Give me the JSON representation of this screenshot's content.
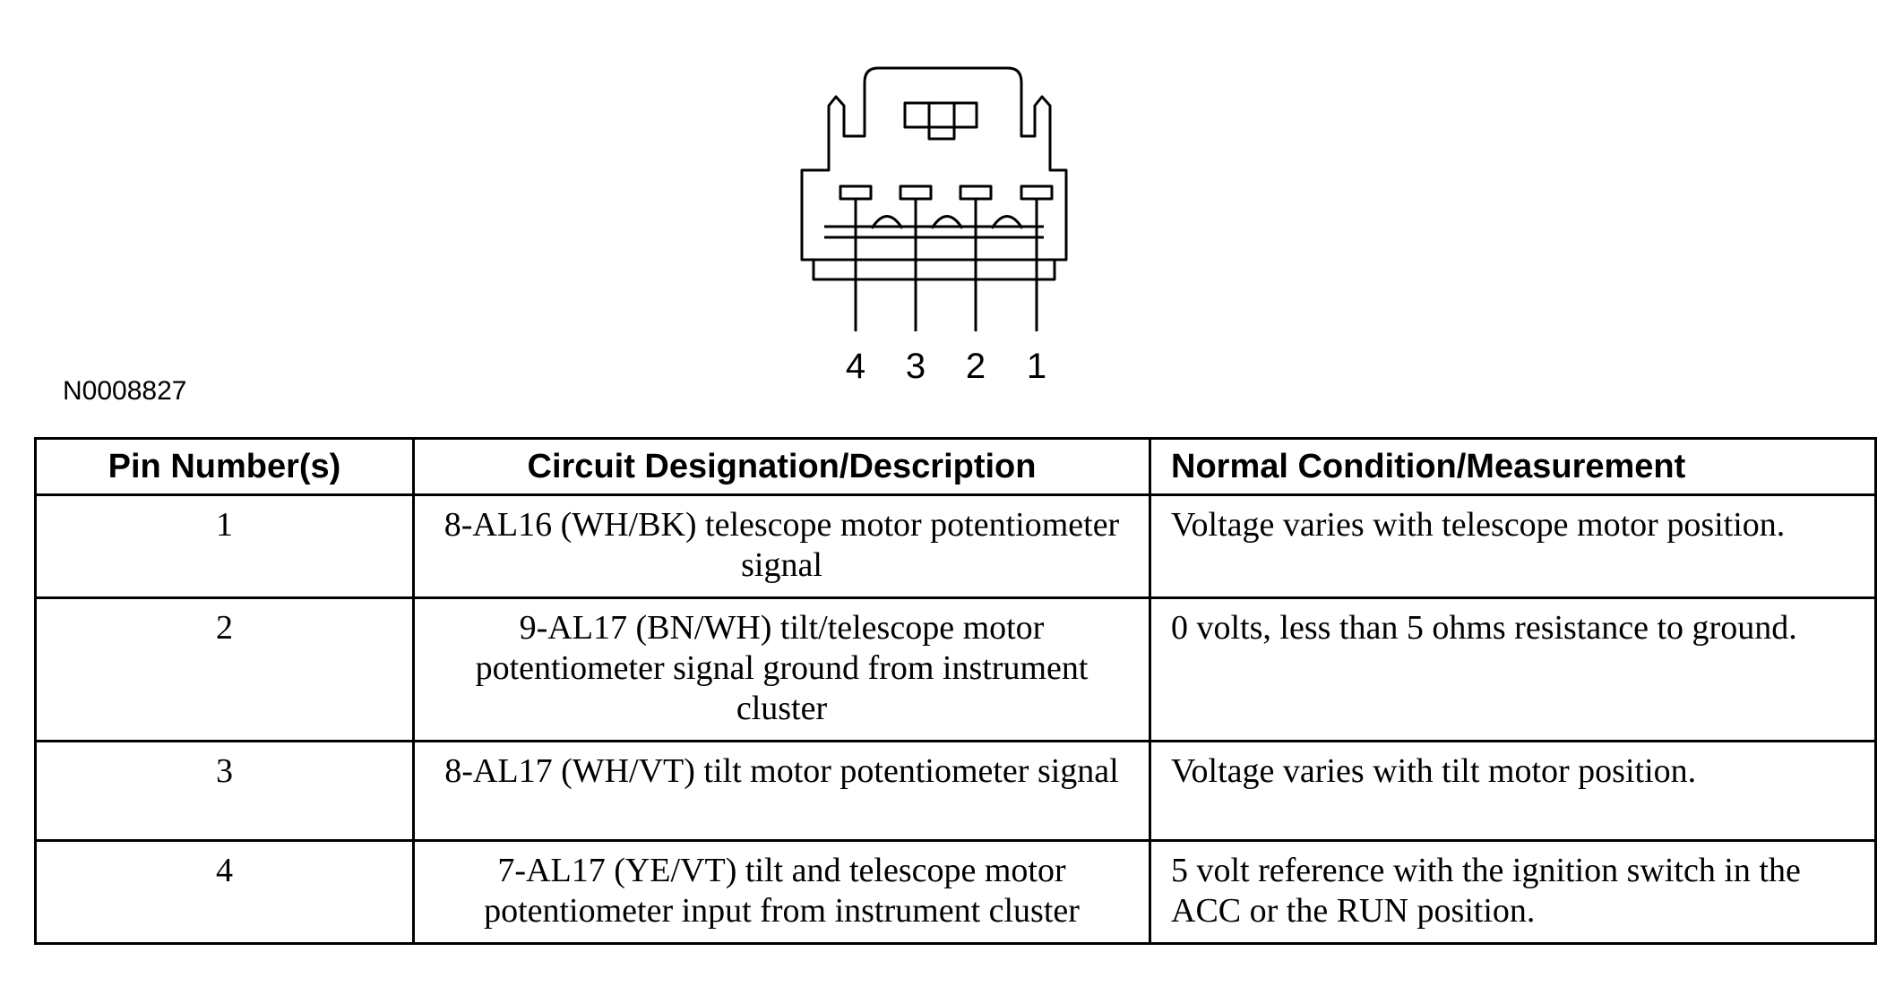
{
  "connector": {
    "pin_labels": [
      "4",
      "3",
      "2",
      "1"
    ]
  },
  "figure_id": "N0008827",
  "table": {
    "headers": {
      "pin": "Pin Number(s)",
      "circuit": "Circuit Designation/Description",
      "condition": "Normal Condition/Measurement"
    },
    "rows": [
      {
        "pin": "1",
        "circuit": "8-AL16 (WH/BK) telescope motor potentiometer signal",
        "condition": "Voltage varies with telescope motor position."
      },
      {
        "pin": "2",
        "circuit": "9-AL17 (BN/WH) tilt/telescope motor potentiometer signal ground from instrument cluster",
        "condition": "0 volts, less than 5 ohms resistance to ground."
      },
      {
        "pin": "3",
        "circuit": "8-AL17 (WH/VT) tilt motor potentiometer signal",
        "condition": "Voltage varies with tilt motor position."
      },
      {
        "pin": "4",
        "circuit": "7-AL17 (YE/VT) tilt and telescope motor potentiometer input from instrument cluster",
        "condition": "5 volt reference with the ignition switch in the ACC or the RUN position."
      }
    ]
  }
}
